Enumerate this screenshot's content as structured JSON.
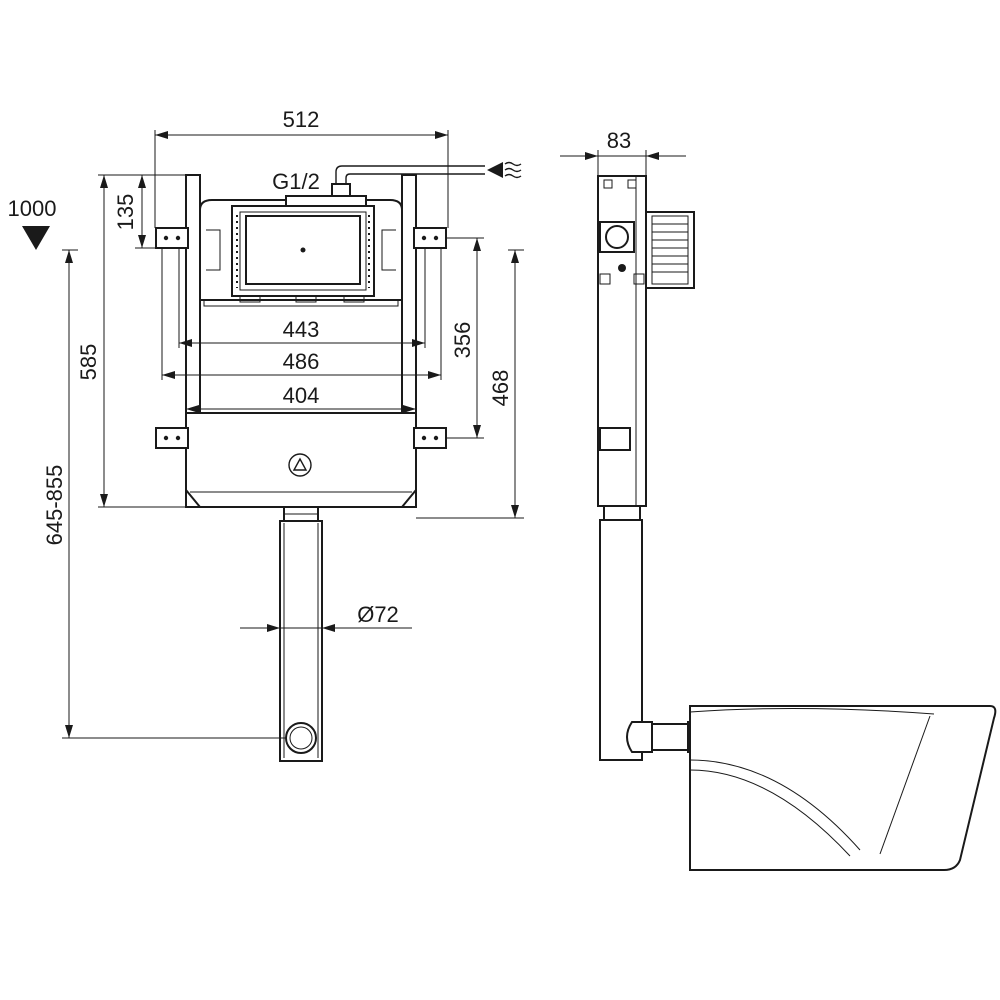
{
  "dimensions": {
    "top_width": "512",
    "inlet_thread": "G1/2",
    "floor_level": "1000",
    "bracket_offset": "135",
    "height_total": "585",
    "adjustable_height": "645-855",
    "width_443": "443",
    "width_486": "486",
    "width_404": "404",
    "bracket_spacing": "356",
    "height_468": "468",
    "pipe_diameter": "Ø72",
    "depth": "83"
  },
  "icons": {
    "floor_marker": "triangle-down-icon",
    "water_inlet": "water-flow-icon",
    "recycle": "recycle-icon"
  }
}
